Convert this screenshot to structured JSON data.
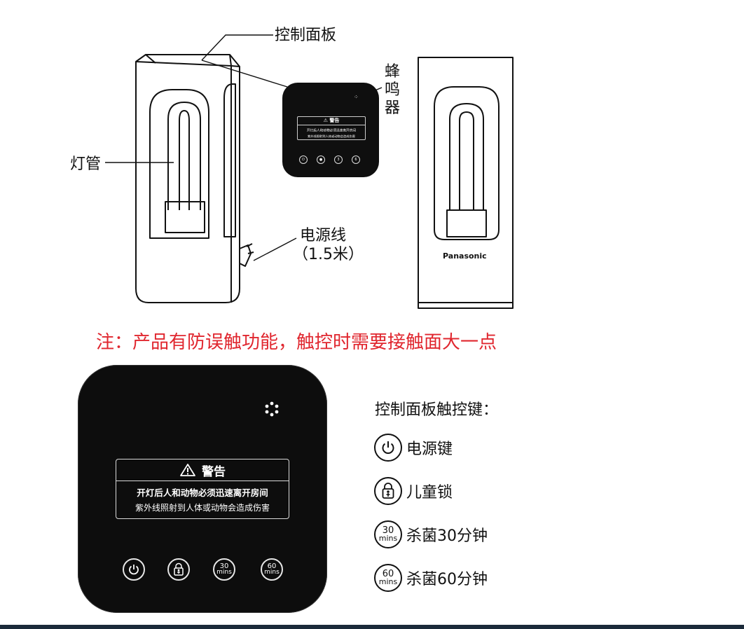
{
  "callouts": {
    "control_panel": "控制面板",
    "buzzer": [
      "蜂",
      "鸣",
      "器"
    ],
    "lamp_tube": "灯管",
    "power_cord_line1": "电源线",
    "power_cord_line2": "（1.5米）"
  },
  "brand": "Panasonic",
  "note": "注：产品有防误触功能，触控时需要接触面大一点",
  "panel": {
    "warning_title": "警告",
    "warning_line1": "开灯后人和动物必须迅速离开房间",
    "warning_line2": "紫外线照射到人体或动物会造成伤害",
    "btn_30_num": "30",
    "btn_60_num": "60",
    "btn_mins": "mins"
  },
  "legend": {
    "title": "控制面板触控键：",
    "items": [
      {
        "label": "电源键",
        "icon": "power-icon"
      },
      {
        "label": "儿童锁",
        "icon": "child-lock-icon"
      },
      {
        "label": "杀菌30分钟",
        "icon": "timer-30-icon"
      },
      {
        "label": "杀菌60分钟",
        "icon": "timer-60-icon"
      }
    ]
  },
  "colors": {
    "note_red": "#e0262e",
    "panel_black": "#0d0d0d"
  }
}
